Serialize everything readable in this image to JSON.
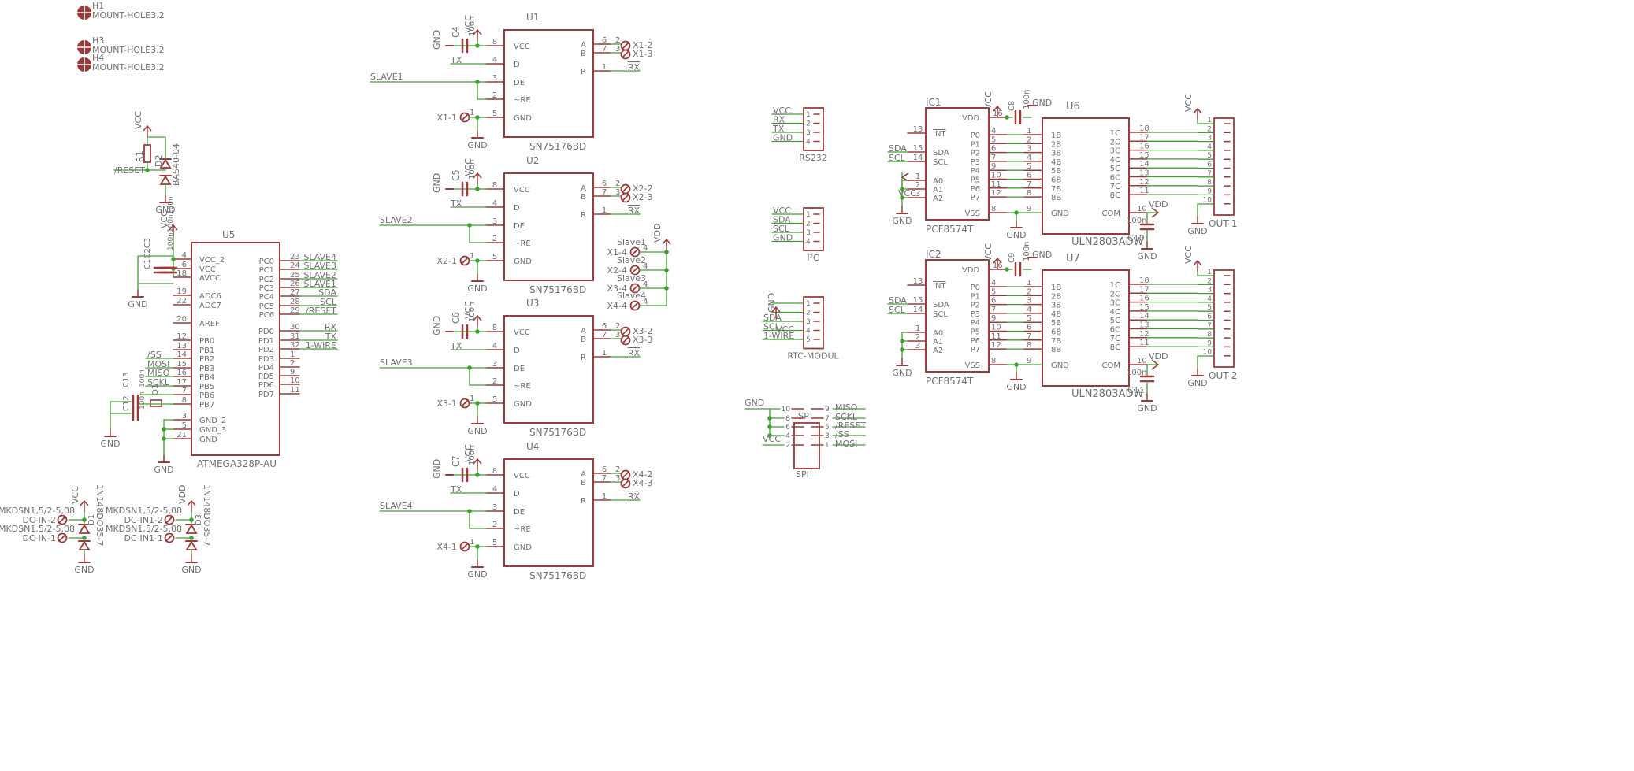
{
  "colors": {
    "symbol": "#9c3a3a",
    "wire": "#3f9f2f",
    "text": "#707070",
    "background": "#ffffff"
  },
  "mount_holes": [
    {
      "ref": "H1",
      "value": "MOUNT-HOLE3.2"
    },
    {
      "ref": "H3",
      "value": "MOUNT-HOLE3.2"
    },
    {
      "ref": "H4",
      "value": "MOUNT-HOLE3.2"
    }
  ],
  "reset_circuit": {
    "net_vcc": "VCC",
    "net_gnd": "GND",
    "net_reset": "/RESET",
    "resistor": "R1",
    "diode": "D2",
    "diode_value": "BAS40-04"
  },
  "mcu": {
    "ref": "U5",
    "value": "ATMEGA328P-AU",
    "caps": [
      "C1",
      "C2",
      "C3"
    ],
    "cap_values": [
      "100n",
      "100n",
      "100n"
    ],
    "net_vcc": "VCC",
    "net_gnd": "GND",
    "crystal_caps": [
      "C12",
      "C13"
    ],
    "crystal_cap_values": [
      "100n",
      "100n"
    ],
    "crystal": "Q1",
    "left_pins": [
      {
        "num": "4",
        "name": "VCC_2"
      },
      {
        "num": "6",
        "name": "VCC"
      },
      {
        "num": "18",
        "name": "AVCC"
      },
      {
        "num": "19",
        "name": "ADC6"
      },
      {
        "num": "22",
        "name": "ADC7"
      },
      {
        "num": "20",
        "name": "AREF"
      },
      {
        "num": "12",
        "name": "PB0"
      },
      {
        "num": "13",
        "name": "PB1"
      },
      {
        "num": "14",
        "name": "PB2",
        "net": "/SS"
      },
      {
        "num": "15",
        "name": "PB3",
        "net": "MOSI"
      },
      {
        "num": "16",
        "name": "PB4",
        "net": "MISO"
      },
      {
        "num": "17",
        "name": "PB5",
        "net": "SCKL"
      },
      {
        "num": "7",
        "name": "PB6"
      },
      {
        "num": "8",
        "name": "PB7"
      },
      {
        "num": "3",
        "name": "GND_2"
      },
      {
        "num": "5",
        "name": "GND_3"
      },
      {
        "num": "21",
        "name": "GND"
      }
    ],
    "right_pins": [
      {
        "num": "23",
        "name": "PC0",
        "net": "SLAVE4"
      },
      {
        "num": "24",
        "name": "PC1",
        "net": "SLAVE3"
      },
      {
        "num": "25",
        "name": "PC2",
        "net": "SLAVE2"
      },
      {
        "num": "26",
        "name": "PC3",
        "net": "SLAVE1"
      },
      {
        "num": "27",
        "name": "PC4",
        "net": "SDA"
      },
      {
        "num": "28",
        "name": "PC5",
        "net": "SCL"
      },
      {
        "num": "29",
        "name": "PC6",
        "net": "/RESET"
      },
      {
        "num": "30",
        "name": "PD0",
        "net": "RX"
      },
      {
        "num": "31",
        "name": "PD1",
        "net": "TX"
      },
      {
        "num": "32",
        "name": "PD2",
        "net": "1-WIRE"
      },
      {
        "num": "1",
        "name": "PD3"
      },
      {
        "num": "2",
        "name": "PD4"
      },
      {
        "num": "9",
        "name": "PD5"
      },
      {
        "num": "10",
        "name": "PD6"
      },
      {
        "num": "11",
        "name": "PD7"
      }
    ]
  },
  "power_inputs": [
    {
      "diode": "D1",
      "diode_value": "1N148DO35-7",
      "net": "VCC",
      "pin_top": "DC-IN-2",
      "pin_bottom": "DC-IN-1",
      "connector_top": "MKDSN1,5/2-5,08",
      "connector_bottom": "MKDSN1,5/2-5,08",
      "gnd": "GND"
    },
    {
      "diode": "D3",
      "diode_value": "1N148DO35-7",
      "net": "VDD",
      "pin_top": "DC-IN1-2",
      "pin_bottom": "DC-IN1-1",
      "connector_top": "MKDSN1,5/2-5,08",
      "connector_bottom": "MKDSN1,5/2-5,08",
      "gnd": "GND"
    }
  ],
  "transceivers": [
    {
      "ref": "U1",
      "value": "SN75176BD",
      "cap": "C4",
      "cap_value": "100n",
      "slave": "SLAVE1",
      "term_a": "X1-2",
      "term_b": "X1-3",
      "term_gnd": "X1-1"
    },
    {
      "ref": "U2",
      "value": "SN75176BD",
      "cap": "C5",
      "cap_value": "100n",
      "slave": "SLAVE2",
      "term_a": "X2-2",
      "term_b": "X2-3",
      "term_gnd": "X2-1"
    },
    {
      "ref": "U3",
      "value": "SN75176BD",
      "cap": "C6",
      "cap_value": "100n",
      "slave": "SLAVE3",
      "term_a": "X3-2",
      "term_b": "X3-3",
      "term_gnd": "X3-1"
    },
    {
      "ref": "U4",
      "value": "SN75176BD",
      "cap": "C7",
      "cap_value": "100n",
      "slave": "SLAVE4",
      "term_a": "X4-2",
      "term_b": "X4-3",
      "term_gnd": "X4-1"
    }
  ],
  "transceiver_pins": {
    "left": [
      {
        "num": "8",
        "name": "VCC"
      },
      {
        "num": "4",
        "name": "D"
      },
      {
        "num": "3",
        "name": "DE"
      },
      {
        "num": "2",
        "name": "~RE"
      },
      {
        "num": "5",
        "name": "GND"
      }
    ],
    "right": [
      {
        "num": "6",
        "name": "A"
      },
      {
        "num": "7",
        "name": "B"
      },
      {
        "num": "1",
        "name": "R"
      }
    ],
    "term_pins": [
      "2",
      "3",
      "1"
    ],
    "nets": {
      "vcc": "VCC",
      "gnd": "GND",
      "tx": "TX",
      "rx": "RX"
    }
  },
  "slave_power": {
    "net": "VDD",
    "items": [
      {
        "label": "Slave1",
        "term": "X1-4",
        "pin": "4"
      },
      {
        "label": "Slave2",
        "term": "X2-4",
        "pin": "4"
      },
      {
        "label": "Slave3",
        "term": "X3-4",
        "pin": "4"
      },
      {
        "label": "Slave4",
        "term": "X4-4",
        "pin": "4"
      }
    ]
  },
  "headers": [
    {
      "name": "RS232",
      "pins": [
        {
          "num": "1",
          "net": "VCC"
        },
        {
          "num": "2",
          "net": "RX"
        },
        {
          "num": "3",
          "net": "TX"
        },
        {
          "num": "4",
          "net": "GND"
        }
      ]
    },
    {
      "name": "I²C",
      "pins": [
        {
          "num": "1",
          "net": "VCC"
        },
        {
          "num": "2",
          "net": "SDA"
        },
        {
          "num": "3",
          "net": "SCL"
        },
        {
          "num": "4",
          "net": "GND"
        }
      ]
    },
    {
      "name": "RTC-MODUL",
      "pins": [
        {
          "num": "1",
          "net": "GND"
        },
        {
          "num": "2",
          "net": ""
        },
        {
          "num": "3",
          "net": "SDA"
        },
        {
          "num": "4",
          "net": "SCL"
        },
        {
          "num": "5",
          "net": "1-WIRE"
        }
      ],
      "vcc_label": "VCC"
    }
  ],
  "isp": {
    "ref": "ISP",
    "value": "SPI",
    "left_pins": [
      "10",
      "8",
      "6",
      "4",
      "2"
    ],
    "right_pins": [
      "9",
      "7",
      "5",
      "3",
      "1"
    ],
    "right_nets": [
      "MISO",
      "SCKL",
      "/RESET",
      "/SS",
      "MOSI"
    ],
    "gnd": "GND",
    "vcc": "VCC"
  },
  "io_expanders": [
    {
      "ref": "IC1",
      "value": "PCF8574T",
      "cap": "C8",
      "cap_value": "100n",
      "driver": "U6",
      "driver_value": "ULN2803ADW",
      "com_cap": "C10",
      "com_cap_value": "100n",
      "connector": "OUT-1"
    },
    {
      "ref": "IC2",
      "value": "PCF8574T",
      "cap": "C9",
      "cap_value": "100n",
      "driver": "U7",
      "driver_value": "ULN2803ADW",
      "com_cap": "C11",
      "com_cap_value": "100n",
      "connector": "OUT-2"
    }
  ],
  "pcf_pins": {
    "left": [
      {
        "num": "13",
        "name": "INT"
      },
      {
        "num": "15",
        "name": "SDA",
        "net": "SDA"
      },
      {
        "num": "14",
        "name": "SCL",
        "net": "SCL"
      },
      {
        "num": "1",
        "name": "A0"
      },
      {
        "num": "2",
        "name": "A1"
      },
      {
        "num": "3",
        "name": "A2"
      }
    ],
    "top_right": {
      "num": "16",
      "name": "VDD"
    },
    "right": [
      {
        "num": "4",
        "name": "P0"
      },
      {
        "num": "5",
        "name": "P1"
      },
      {
        "num": "6",
        "name": "P2"
      },
      {
        "num": "7",
        "name": "P3"
      },
      {
        "num": "9",
        "name": "P4"
      },
      {
        "num": "10",
        "name": "P5"
      },
      {
        "num": "11",
        "name": "P6"
      },
      {
        "num": "12",
        "name": "P7"
      }
    ],
    "bottom_right": {
      "num": "8",
      "name": "VSS"
    },
    "nets": {
      "vcc": "VCC",
      "gnd": "GND"
    }
  },
  "uln_pins": {
    "left": [
      {
        "num": "1",
        "name": "1B"
      },
      {
        "num": "2",
        "name": "2B"
      },
      {
        "num": "3",
        "name": "3B"
      },
      {
        "num": "4",
        "name": "4B"
      },
      {
        "num": "5",
        "name": "5B"
      },
      {
        "num": "6",
        "name": "6B"
      },
      {
        "num": "7",
        "name": "7B"
      },
      {
        "num": "8",
        "name": "8B"
      }
    ],
    "right": [
      {
        "num": "18",
        "name": "1C"
      },
      {
        "num": "17",
        "name": "2C"
      },
      {
        "num": "16",
        "name": "3C"
      },
      {
        "num": "15",
        "name": "4C"
      },
      {
        "num": "14",
        "name": "5C"
      },
      {
        "num": "13",
        "name": "6C"
      },
      {
        "num": "12",
        "name": "7C"
      },
      {
        "num": "11",
        "name": "8C"
      }
    ],
    "gnd": {
      "num": "9",
      "name": "GND"
    },
    "com": {
      "num": "10",
      "name": "COM"
    },
    "nets": {
      "vdd": "VDD",
      "gnd": "GND"
    }
  },
  "out_connector": {
    "pins": [
      "1",
      "2",
      "3",
      "4",
      "5",
      "6",
      "7",
      "8",
      "9",
      "10"
    ],
    "vcc": "VCC",
    "gnd": "GND"
  }
}
